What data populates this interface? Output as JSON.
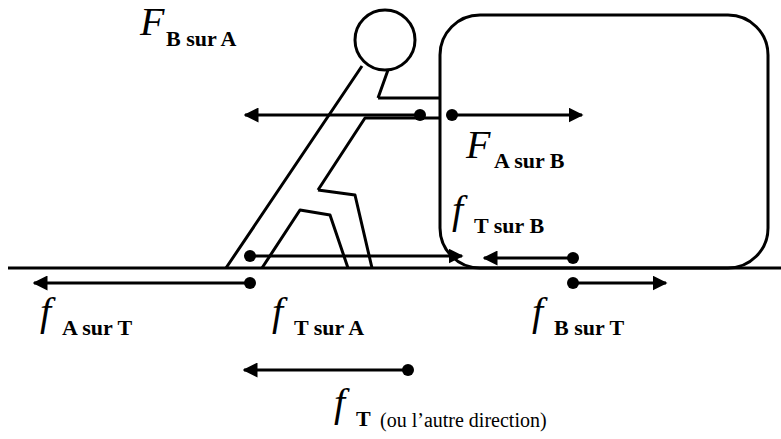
{
  "diagram": {
    "labels": [
      "F",
      "B sur A",
      "F",
      "A sur B",
      "f",
      "T sur B",
      "f",
      "A sur T",
      "f",
      "T sur A",
      "f",
      "B sur T",
      "f",
      "T",
      "(ou l’autre direction)"
    ]
  }
}
